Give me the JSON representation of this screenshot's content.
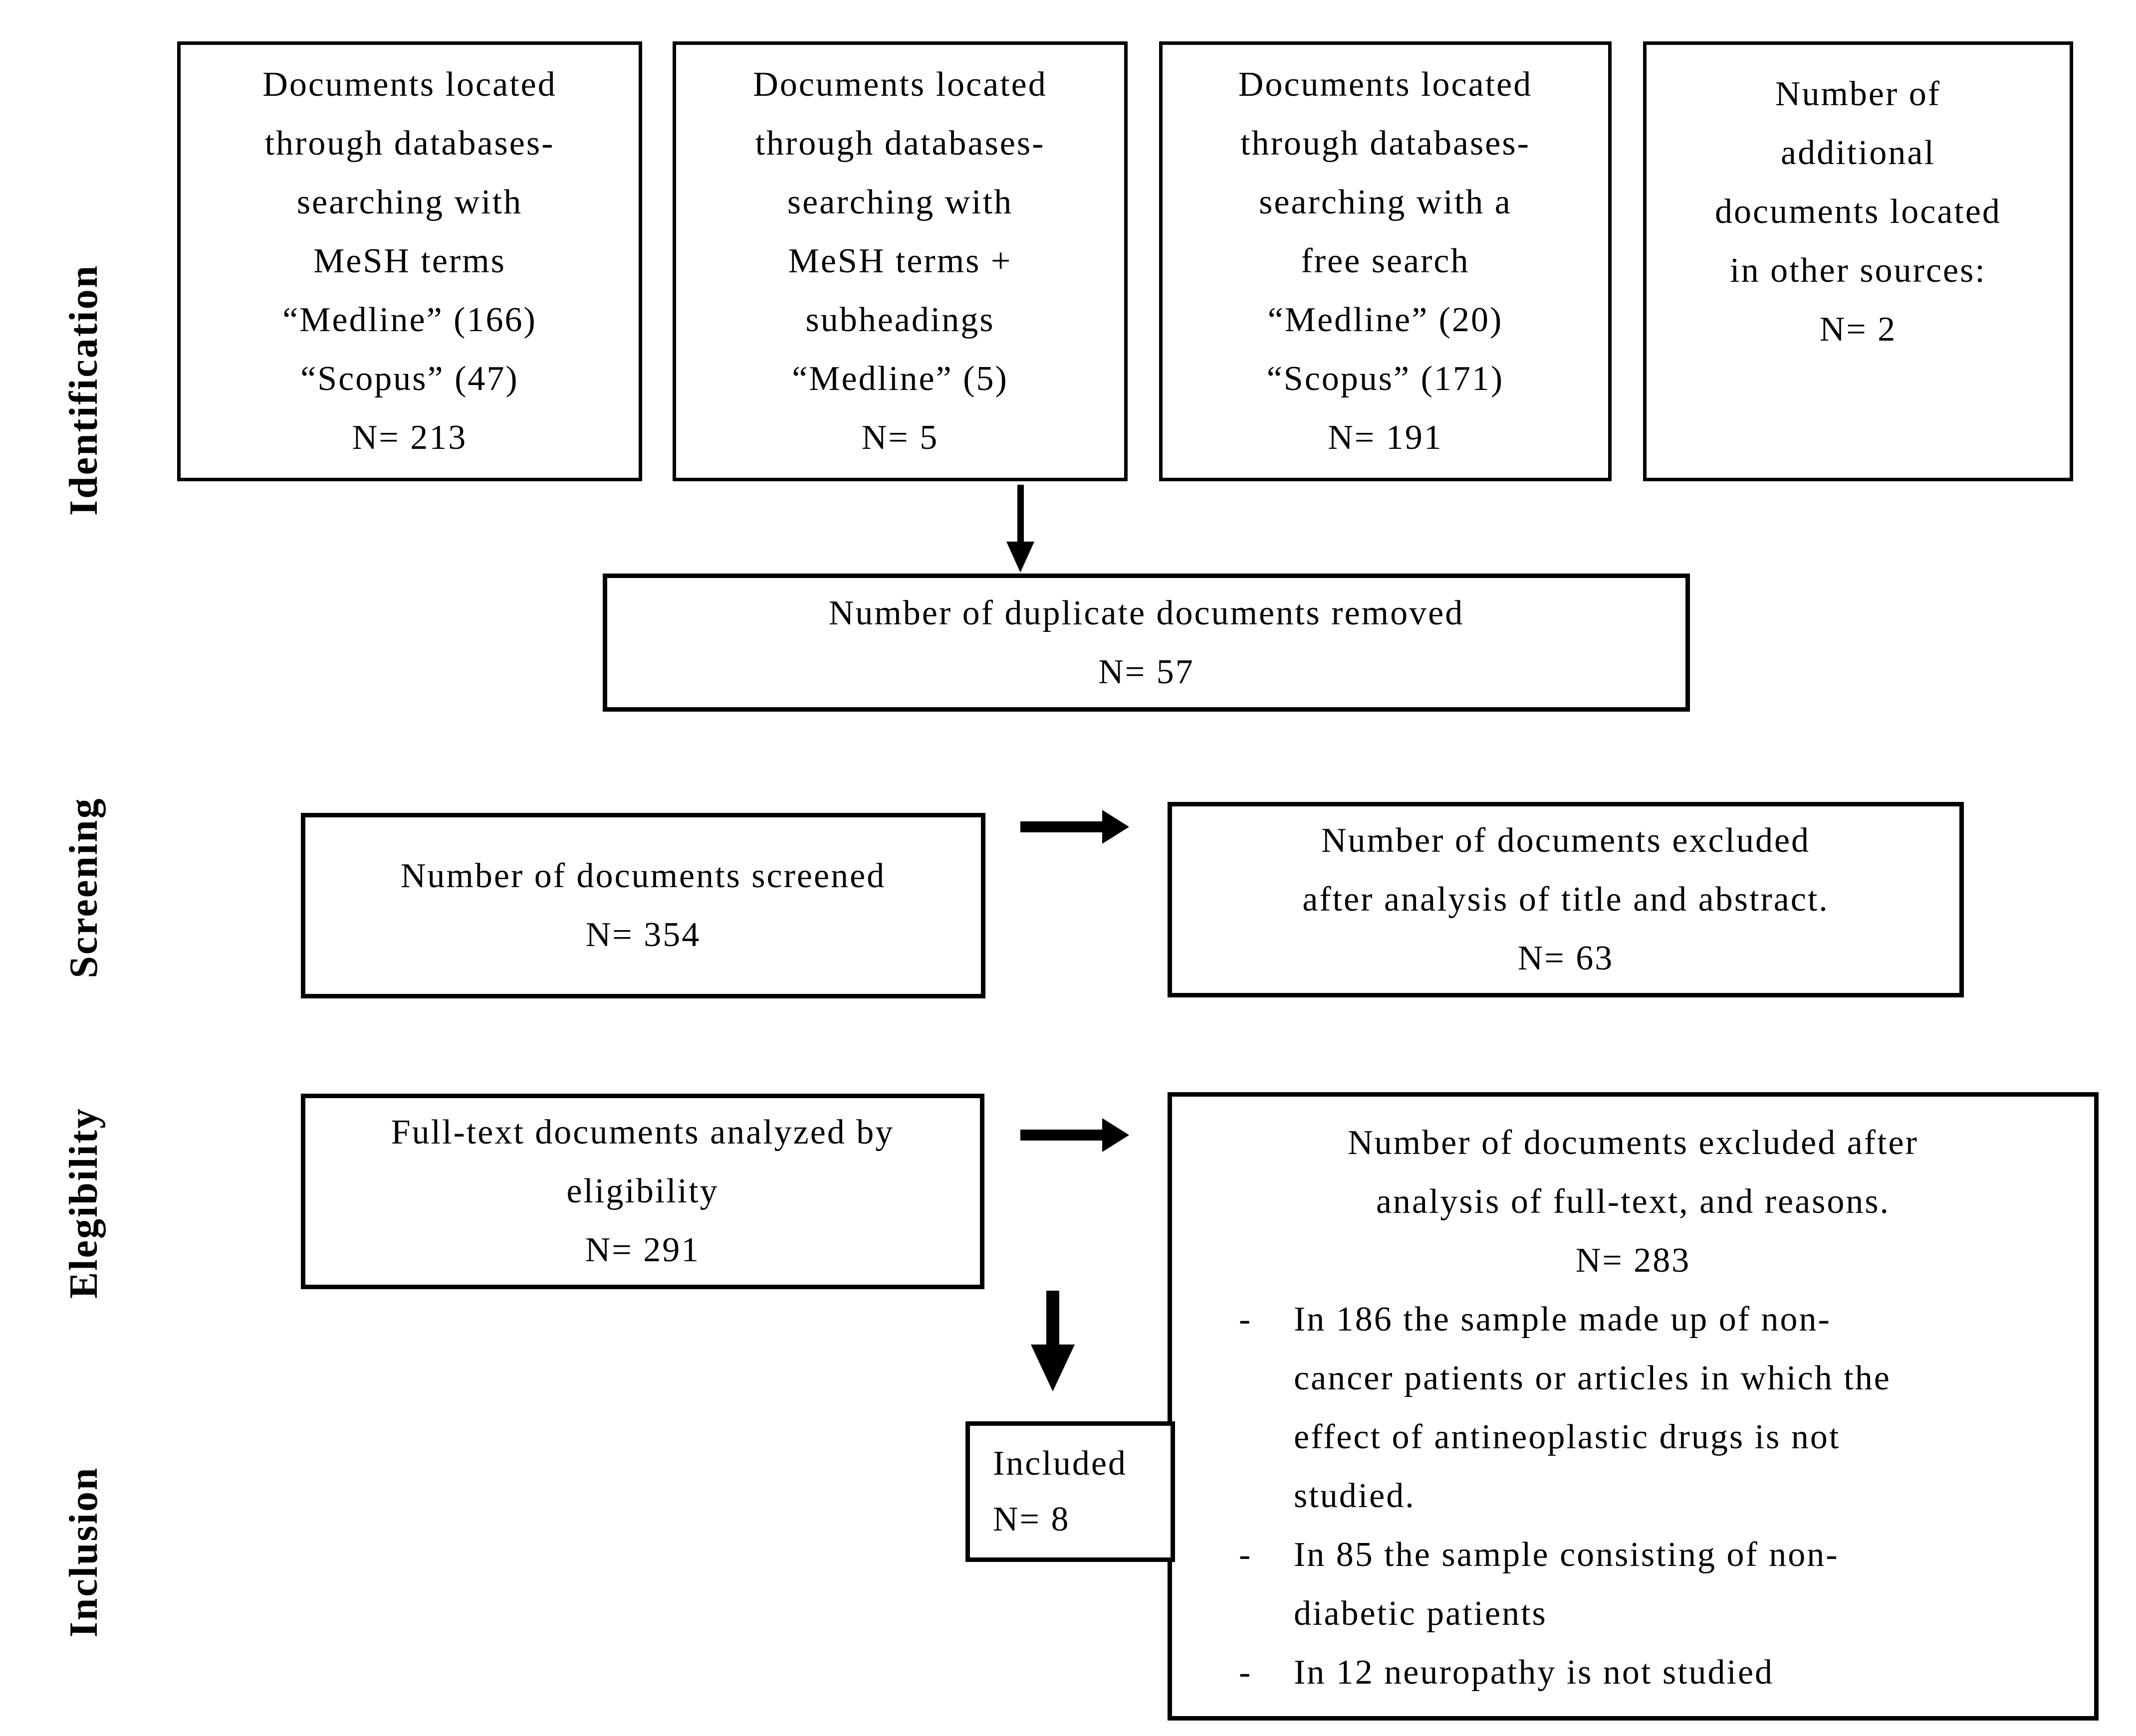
{
  "stages": {
    "identification": "Identification",
    "screening": "Screening",
    "eligibility": "Elegibility",
    "inclusion": "Inclusion"
  },
  "boxes": {
    "mesh_search": {
      "text": "Documents located\nthrough databases-\nsearching with\nMeSH terms\n“Medline” (166)\n“Scopus” (47)\nN= 213"
    },
    "mesh_subheadings_search": {
      "text": "Documents located\nthrough databases-\nsearching with\nMeSH terms +\nsubheadings\n“Medline” (5)\nN= 5"
    },
    "free_search": {
      "text": "Documents located\nthrough databases-\nsearching with a\nfree search\n“Medline” (20)\n“Scopus” (171)\nN= 191"
    },
    "other_sources": {
      "text": "Number of\nadditional\ndocuments located\nin other sources:\nN= 2"
    },
    "duplicates_removed": {
      "text": "Number of duplicate documents removed\nN= 57"
    },
    "documents_screened": {
      "text": "Number of documents screened\nN= 354"
    },
    "excluded_title_abstract": {
      "text": "Number of documents excluded\nafter analysis of title and abstract.\nN= 63"
    },
    "full_text_analyzed": {
      "text": "Full-text documents analyzed by\neligibility\nN= 291"
    },
    "excluded_full_text": {
      "title": "Number of documents excluded after\nanalysis of full-text, and reasons.\nN= 283",
      "bullet_marker": "-",
      "bullets": [
        "In 186 the sample made up of non-\ncancer patients or articles in which the\neffect of antineoplastic drugs is not\nstudied.",
        "In 85 the sample consisting of non-\ndiabetic patients",
        "In 12 neuropathy is not studied"
      ]
    },
    "included": {
      "text": "Included\nN= 8"
    }
  },
  "colors": {
    "ink": "#000000",
    "background": "#ffffff"
  }
}
